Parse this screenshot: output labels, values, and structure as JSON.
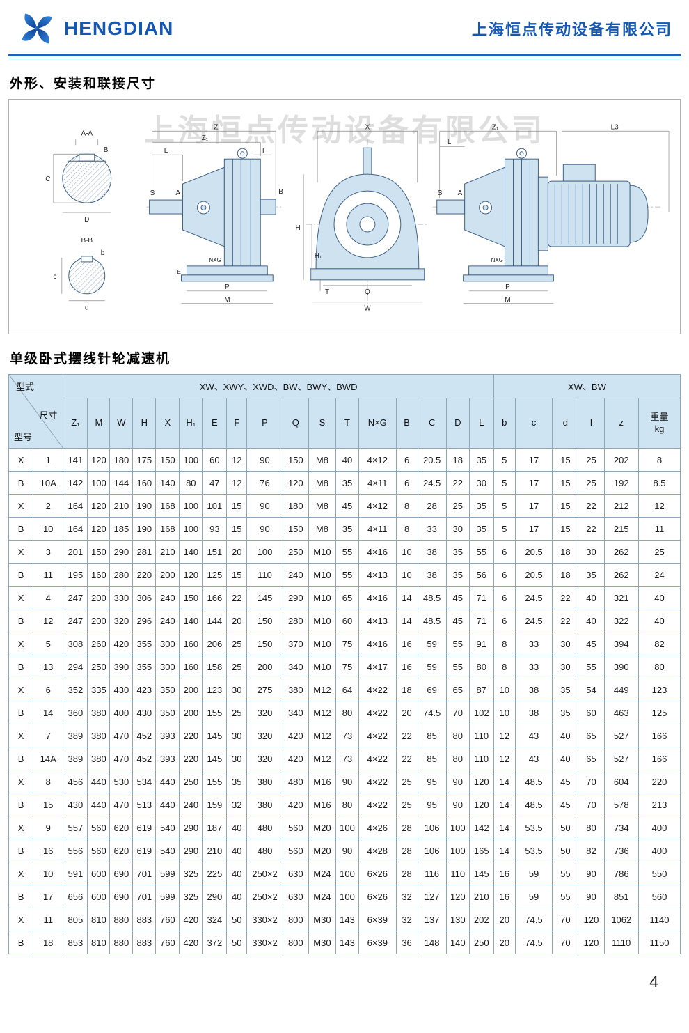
{
  "header": {
    "brand": "HENGDIAN",
    "company": "上海恒点传动设备有限公司"
  },
  "colors": {
    "brand_blue": "#1558b4",
    "table_header_bg": "#cfe4f3",
    "drawing_fill": "#cfe2f0"
  },
  "sections": {
    "dimensions_title": "外形、安装和联接尺寸",
    "reducer_title": "单级卧式摆线针轮减速机"
  },
  "watermark": "上海恒点传动设备有限公司",
  "drawing": {
    "labels": [
      "A-A",
      "B",
      "C",
      "D",
      "B-B",
      "b",
      "c",
      "d",
      "Z",
      "Z₁",
      "L",
      "I",
      "S",
      "A",
      "B",
      "NXG",
      "E",
      "P",
      "M",
      "X",
      "H",
      "H₁",
      "Q",
      "T",
      "W",
      "Z₁",
      "L3",
      "L",
      "S",
      "A",
      "NXG",
      "P",
      "M"
    ]
  },
  "table": {
    "corner": {
      "type_label": "型式",
      "dim_label": "尺寸",
      "model_label": "型号"
    },
    "group_main": "XW、XWY、XWD、BW、BWY、BWD",
    "group_right": "XW、BW",
    "columns": [
      "Z₁",
      "M",
      "W",
      "H",
      "X",
      "H₁",
      "E",
      "F",
      "P",
      "Q",
      "S",
      "T",
      "N×G",
      "B",
      "C",
      "D",
      "L",
      "b",
      "c",
      "d",
      "l",
      "z",
      "重量\nkg"
    ],
    "rows": [
      {
        "type": "X",
        "model": "1",
        "values": [
          "141",
          "120",
          "180",
          "175",
          "150",
          "100",
          "60",
          "12",
          "90",
          "150",
          "M8",
          "40",
          "4×12",
          "6",
          "20.5",
          "18",
          "35",
          "5",
          "17",
          "15",
          "25",
          "202",
          "8"
        ]
      },
      {
        "type": "B",
        "model": "10A",
        "values": [
          "142",
          "100",
          "144",
          "160",
          "140",
          "80",
          "47",
          "12",
          "76",
          "120",
          "M8",
          "35",
          "4×11",
          "6",
          "24.5",
          "22",
          "30",
          "5",
          "17",
          "15",
          "25",
          "192",
          "8.5"
        ]
      },
      {
        "type": "X",
        "model": "2",
        "values": [
          "164",
          "120",
          "210",
          "190",
          "168",
          "100",
          "101",
          "15",
          "90",
          "180",
          "M8",
          "45",
          "4×12",
          "8",
          "28",
          "25",
          "35",
          "5",
          "17",
          "15",
          "22",
          "212",
          "12"
        ]
      },
      {
        "type": "B",
        "model": "10",
        "values": [
          "164",
          "120",
          "185",
          "190",
          "168",
          "100",
          "93",
          "15",
          "90",
          "150",
          "M8",
          "35",
          "4×11",
          "8",
          "33",
          "30",
          "35",
          "5",
          "17",
          "15",
          "22",
          "215",
          "11"
        ]
      },
      {
        "type": "X",
        "model": "3",
        "values": [
          "201",
          "150",
          "290",
          "281",
          "210",
          "140",
          "151",
          "20",
          "100",
          "250",
          "M10",
          "55",
          "4×16",
          "10",
          "38",
          "35",
          "55",
          "6",
          "20.5",
          "18",
          "30",
          "262",
          "25"
        ]
      },
      {
        "type": "B",
        "model": "11",
        "values": [
          "195",
          "160",
          "280",
          "220",
          "200",
          "120",
          "125",
          "15",
          "110",
          "240",
          "M10",
          "55",
          "4×13",
          "10",
          "38",
          "35",
          "56",
          "6",
          "20.5",
          "18",
          "35",
          "262",
          "24"
        ]
      },
      {
        "type": "X",
        "model": "4",
        "values": [
          "247",
          "200",
          "330",
          "306",
          "240",
          "150",
          "166",
          "22",
          "145",
          "290",
          "M10",
          "65",
          "4×16",
          "14",
          "48.5",
          "45",
          "71",
          "6",
          "24.5",
          "22",
          "40",
          "321",
          "40"
        ]
      },
      {
        "type": "B",
        "model": "12",
        "values": [
          "247",
          "200",
          "320",
          "296",
          "240",
          "140",
          "144",
          "20",
          "150",
          "280",
          "M10",
          "60",
          "4×13",
          "14",
          "48.5",
          "45",
          "71",
          "6",
          "24.5",
          "22",
          "40",
          "322",
          "40"
        ]
      },
      {
        "type": "X",
        "model": "5",
        "values": [
          "308",
          "260",
          "420",
          "355",
          "300",
          "160",
          "206",
          "25",
          "150",
          "370",
          "M10",
          "75",
          "4×16",
          "16",
          "59",
          "55",
          "91",
          "8",
          "33",
          "30",
          "45",
          "394",
          "82"
        ]
      },
      {
        "type": "B",
        "model": "13",
        "values": [
          "294",
          "250",
          "390",
          "355",
          "300",
          "160",
          "158",
          "25",
          "200",
          "340",
          "M10",
          "75",
          "4×17",
          "16",
          "59",
          "55",
          "80",
          "8",
          "33",
          "30",
          "55",
          "390",
          "80"
        ]
      },
      {
        "type": "X",
        "model": "6",
        "values": [
          "352",
          "335",
          "430",
          "423",
          "350",
          "200",
          "123",
          "30",
          "275",
          "380",
          "M12",
          "64",
          "4×22",
          "18",
          "69",
          "65",
          "87",
          "10",
          "38",
          "35",
          "54",
          "449",
          "123"
        ]
      },
      {
        "type": "B",
        "model": "14",
        "values": [
          "360",
          "380",
          "400",
          "430",
          "350",
          "200",
          "155",
          "25",
          "320",
          "340",
          "M12",
          "80",
          "4×22",
          "20",
          "74.5",
          "70",
          "102",
          "10",
          "38",
          "35",
          "60",
          "463",
          "125"
        ]
      },
      {
        "type": "X",
        "model": "7",
        "values": [
          "389",
          "380",
          "470",
          "452",
          "393",
          "220",
          "145",
          "30",
          "320",
          "420",
          "M12",
          "73",
          "4×22",
          "22",
          "85",
          "80",
          "110",
          "12",
          "43",
          "40",
          "65",
          "527",
          "166"
        ]
      },
      {
        "type": "B",
        "model": "14A",
        "values": [
          "389",
          "380",
          "470",
          "452",
          "393",
          "220",
          "145",
          "30",
          "320",
          "420",
          "M12",
          "73",
          "4×22",
          "22",
          "85",
          "80",
          "110",
          "12",
          "43",
          "40",
          "65",
          "527",
          "166"
        ]
      },
      {
        "type": "X",
        "model": "8",
        "values": [
          "456",
          "440",
          "530",
          "534",
          "440",
          "250",
          "155",
          "35",
          "380",
          "480",
          "M16",
          "90",
          "4×22",
          "25",
          "95",
          "90",
          "120",
          "14",
          "48.5",
          "45",
          "70",
          "604",
          "220"
        ]
      },
      {
        "type": "B",
        "model": "15",
        "values": [
          "430",
          "440",
          "470",
          "513",
          "440",
          "240",
          "159",
          "32",
          "380",
          "420",
          "M16",
          "80",
          "4×22",
          "25",
          "95",
          "90",
          "120",
          "14",
          "48.5",
          "45",
          "70",
          "578",
          "213"
        ]
      },
      {
        "type": "X",
        "model": "9",
        "values": [
          "557",
          "560",
          "620",
          "619",
          "540",
          "290",
          "187",
          "40",
          "480",
          "560",
          "M20",
          "100",
          "4×26",
          "28",
          "106",
          "100",
          "142",
          "14",
          "53.5",
          "50",
          "80",
          "734",
          "400"
        ]
      },
      {
        "type": "B",
        "model": "16",
        "values": [
          "556",
          "560",
          "620",
          "619",
          "540",
          "290",
          "210",
          "40",
          "480",
          "560",
          "M20",
          "90",
          "4×28",
          "28",
          "106",
          "100",
          "165",
          "14",
          "53.5",
          "50",
          "82",
          "736",
          "400"
        ]
      },
      {
        "type": "X",
        "model": "10",
        "values": [
          "591",
          "600",
          "690",
          "701",
          "599",
          "325",
          "225",
          "40",
          "250×2",
          "630",
          "M24",
          "100",
          "6×26",
          "28",
          "116",
          "110",
          "145",
          "16",
          "59",
          "55",
          "90",
          "786",
          "550"
        ]
      },
      {
        "type": "B",
        "model": "17",
        "values": [
          "656",
          "600",
          "690",
          "701",
          "599",
          "325",
          "290",
          "40",
          "250×2",
          "630",
          "M24",
          "100",
          "6×26",
          "32",
          "127",
          "120",
          "210",
          "16",
          "59",
          "55",
          "90",
          "851",
          "560"
        ]
      },
      {
        "type": "X",
        "model": "11",
        "values": [
          "805",
          "810",
          "880",
          "883",
          "760",
          "420",
          "324",
          "50",
          "330×2",
          "800",
          "M30",
          "143",
          "6×39",
          "32",
          "137",
          "130",
          "202",
          "20",
          "74.5",
          "70",
          "120",
          "1062",
          "1140"
        ]
      },
      {
        "type": "B",
        "model": "18",
        "values": [
          "853",
          "810",
          "880",
          "883",
          "760",
          "420",
          "372",
          "50",
          "330×2",
          "800",
          "M30",
          "143",
          "6×39",
          "36",
          "148",
          "140",
          "250",
          "20",
          "74.5",
          "70",
          "120",
          "1110",
          "1150"
        ]
      }
    ]
  },
  "footer": {
    "page_number": "4"
  }
}
